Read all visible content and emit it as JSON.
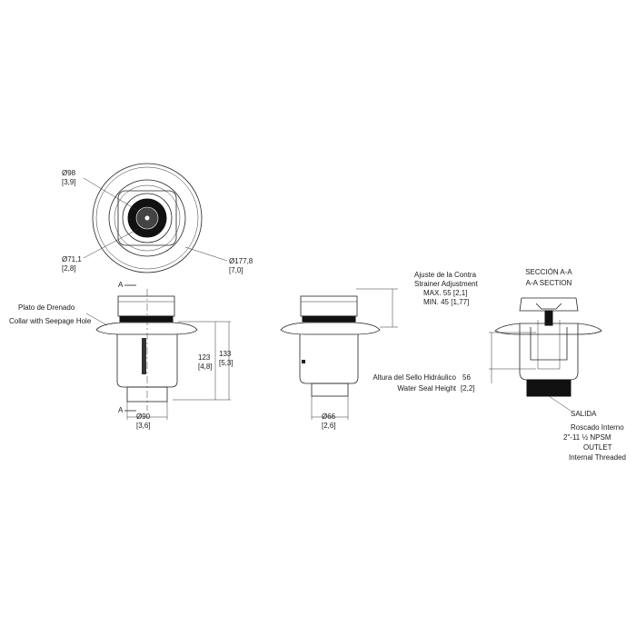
{
  "top_view": {
    "outer_dia": "Ø177,8",
    "outer_dia_in": "[7,0]",
    "mid_dia": "Ø98",
    "mid_dia_in": "[3,9]",
    "inner_dia": "Ø71,1",
    "inner_dia_in": "[2,8]"
  },
  "front_view": {
    "section_mark": "A",
    "plate_es": "Plato de Drenado",
    "plate_en": "Collar with Seepage Hole",
    "height_1": "123",
    "height_1_in": "[4,8]",
    "height_2": "133",
    "height_2_in": "[5,3]",
    "bottom_dia": "Ø90",
    "bottom_dia_in": "[3,6]"
  },
  "side_view": {
    "adjust_es": "Ajuste de la Contra",
    "adjust_en": "Strainer Adjustment",
    "max": "MAX. 55 [2,1]",
    "min": "MIN. 45 [1,77]",
    "bottom_dia": "Ø66",
    "bottom_dia_in": "[2,6]"
  },
  "section_view": {
    "title_es": "SECCIÓN A-A",
    "title_en": "A-A SECTION",
    "seal_es": "Altura del Sello Hidráulico",
    "seal_en": "Water Seal Height",
    "seal_value": "56",
    "seal_value_in": "[2,2]",
    "outlet": [
      "SALIDA",
      "Roscado Interno",
      "2\"-11 ½ NPSM",
      "OUTLET",
      "Internal Threaded"
    ]
  }
}
